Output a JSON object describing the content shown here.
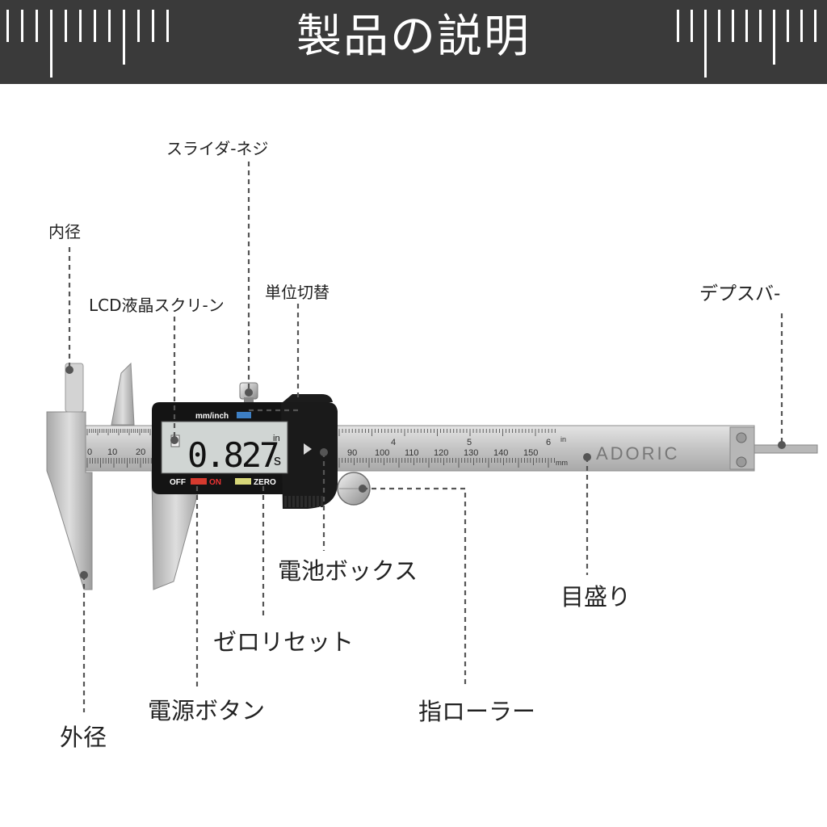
{
  "header": {
    "title": "製品の説明"
  },
  "caliper": {
    "display_value": "0.827",
    "display_unit": "in",
    "display_sub": "s",
    "unit_switch_label": "mm/inch",
    "off_label": "OFF",
    "on_label": "ON",
    "zero_label": "ZERO",
    "brand": "ADORIC",
    "scale_unit_mm": "mm",
    "scale_unit_in": "in",
    "main_scale_numbers": [
      "0",
      "10",
      "20"
    ],
    "lower_scale_numbers": [
      "90",
      "100",
      "110",
      "120",
      "130",
      "140",
      "150"
    ],
    "inch_scale_numbers": [
      "4",
      "5",
      "6"
    ]
  },
  "labels": {
    "slider_screw": "スライダ-ネジ",
    "inner_diameter": "内径",
    "lcd_screen": "LCD液晶スクリ-ン",
    "unit_switch": "単位切替",
    "depth_bar": "デプスバ-",
    "battery_box": "電池ボックス",
    "scale": "目盛り",
    "zero_reset": "ゼロリセット",
    "power_button": "電源ボタン",
    "thumb_roller": "指ローラー",
    "outer_diameter": "外径"
  },
  "colors": {
    "banner_bg": "#3a3a3a",
    "steel": "#c9c9c9",
    "body_black": "#151515",
    "lcd_bg": "#d3d8d6",
    "off_button": "#d63a2e",
    "zero_button": "#d8d87a",
    "unit_button": "#3d7fc4"
  }
}
